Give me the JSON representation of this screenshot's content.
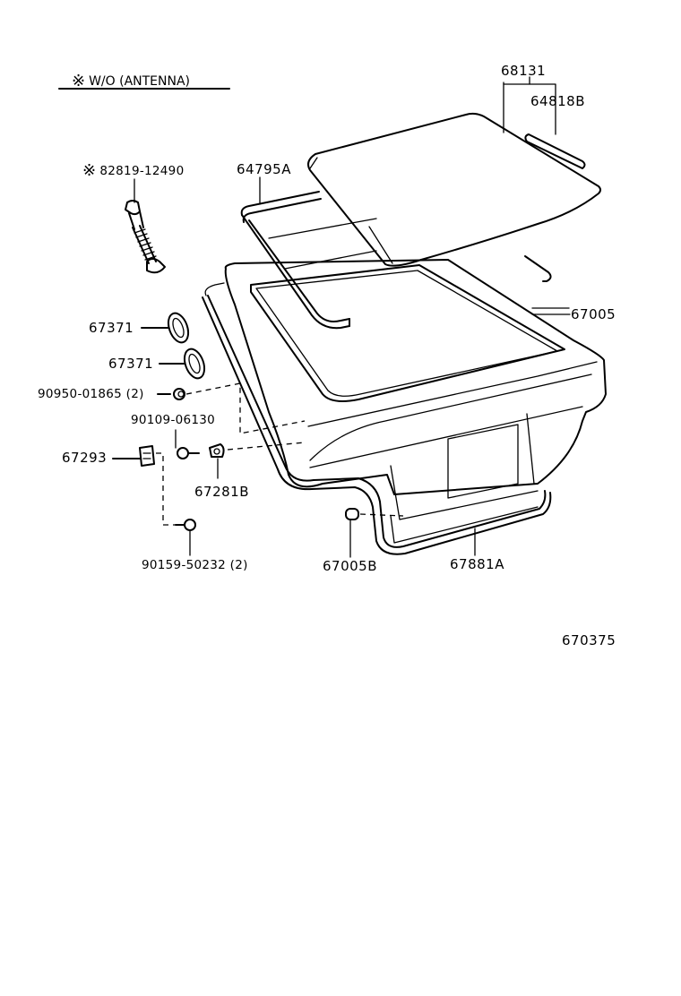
{
  "note": {
    "symbol": "※",
    "text": "W/O (ANTENNA)"
  },
  "callouts": {
    "antenna": {
      "symbol": "※",
      "part": "82819-12490"
    },
    "glass": "68131",
    "glass_molding": "64818B",
    "weatherstrip_upper": "64795A",
    "back_door_panel": "67005",
    "hole_plug_1": "67371",
    "hole_plug_2": "67371",
    "cushion": "90950-01865 (2)",
    "screw_1": "90109-06130",
    "clip_left": "67293",
    "stopper": "67281B",
    "screw_2": "90159-50232 (2)",
    "bumper": "67005B",
    "weatherstrip_lower": "67881A"
  },
  "illustration_id": "670375"
}
